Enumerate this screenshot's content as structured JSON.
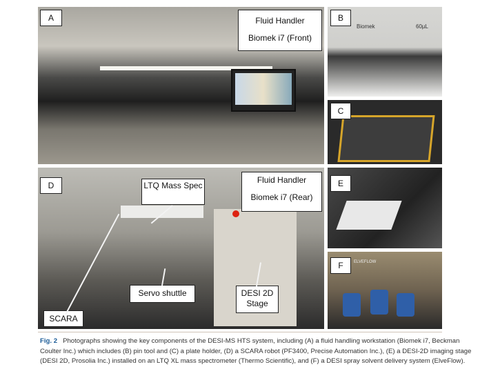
{
  "panels": {
    "A": {
      "letter": "A",
      "title_line1": "Fluid Handler",
      "title_line2": "Biomek i7 (Front)"
    },
    "B": {
      "letter": "B",
      "brand": "Biomek",
      "volume": "60µL"
    },
    "C": {
      "letter": "C"
    },
    "D": {
      "letter": "D",
      "ms_label": "LTQ Mass Spec",
      "fh_line1": "Fluid Handler",
      "fh_line2": "Biomek i7 (Rear)",
      "servo": "Servo shuttle",
      "desi_line1": "DESI 2D",
      "desi_line2": "Stage",
      "scara": "SCARA"
    },
    "E": {
      "letter": "E"
    },
    "F": {
      "letter": "F",
      "brand": "ELVEFLOW"
    }
  },
  "caption": {
    "label": "Fig. 2",
    "text": "Photographs showing the key components of the DESI-MS HTS system, including (A) a fluid handling workstation (Biomek i7, Beckman Coulter Inc.) which includes (B) pin tool and (C) a plate holder, (D) a SCARA robot (PF3400, Precise Automation Inc.), (E) a DESI-2D imaging stage (DESI 2D, Prosolia Inc.) installed on an LTQ XL mass spectrometer (Thermo Scientific), and (F) a DESI spray solvent delivery system (ElveFlow)."
  }
}
